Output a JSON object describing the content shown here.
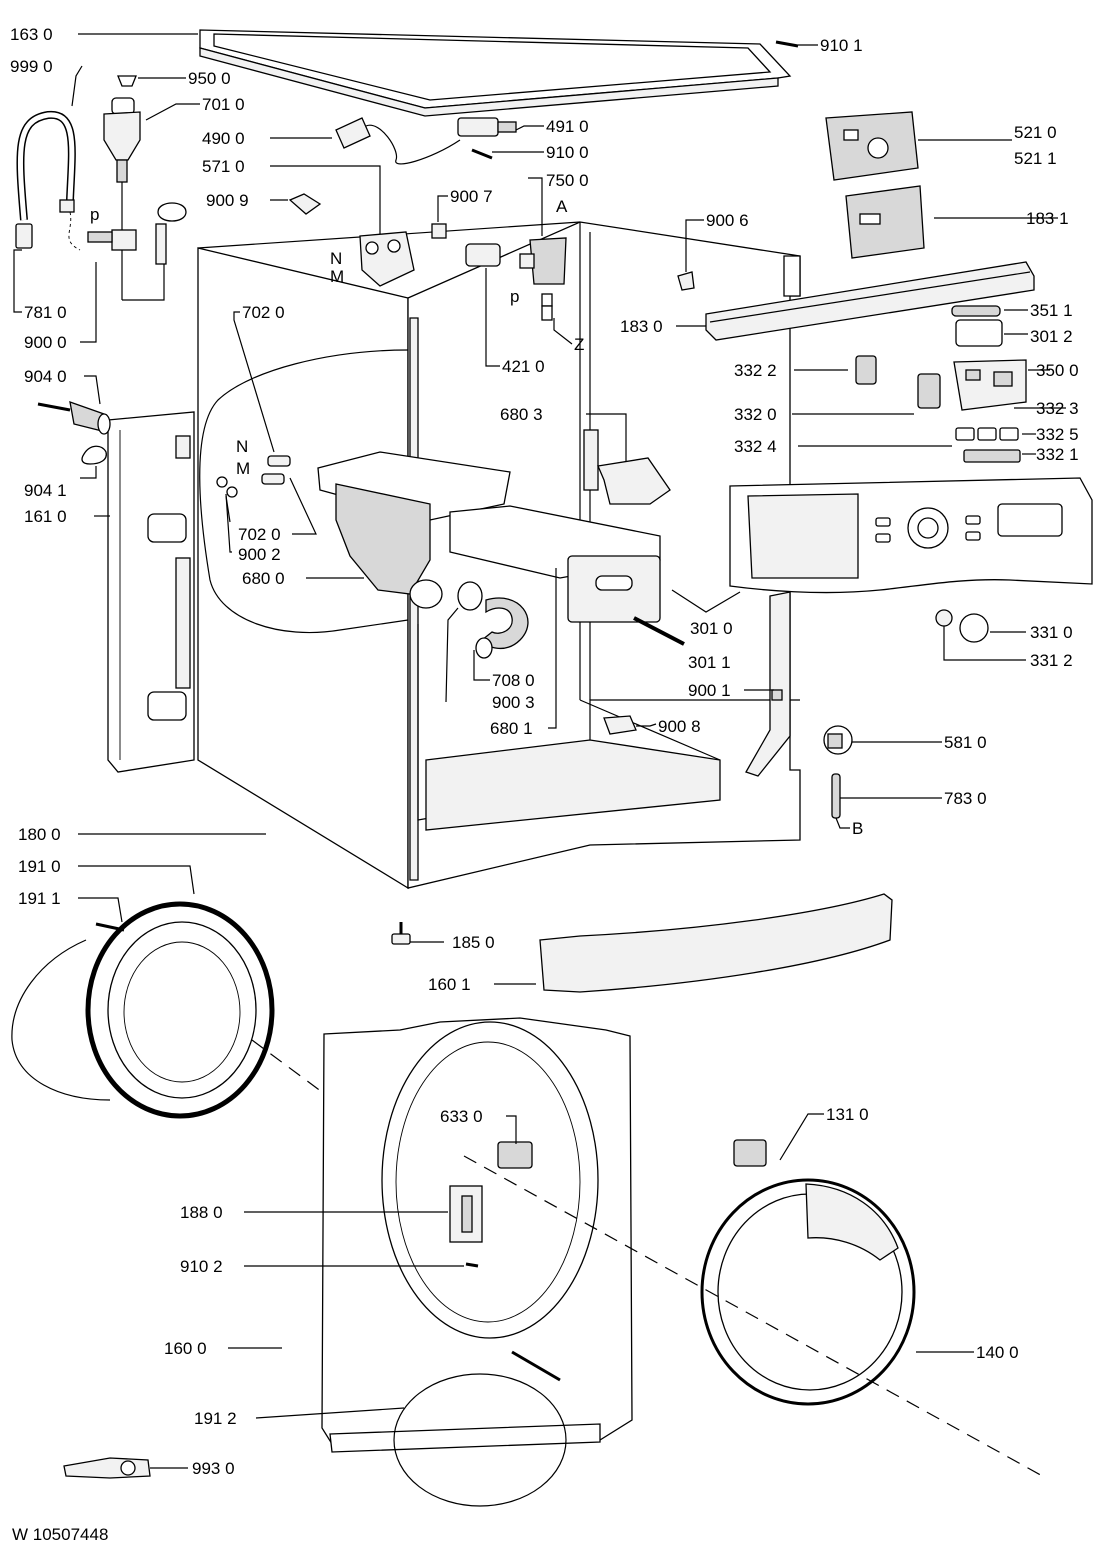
{
  "callouts": [
    {
      "id": "p163_0",
      "text": "163 0"
    },
    {
      "id": "p999_0",
      "text": "999 0"
    },
    {
      "id": "p950_0",
      "text": "950 0"
    },
    {
      "id": "p701_0",
      "text": "701 0"
    },
    {
      "id": "p490_0",
      "text": "490 0"
    },
    {
      "id": "p491_0",
      "text": "491 0"
    },
    {
      "id": "p910_0",
      "text": "910 0"
    },
    {
      "id": "p571_0",
      "text": "571 0"
    },
    {
      "id": "p750_0",
      "text": "750 0"
    },
    {
      "id": "p900_9",
      "text": "900 9"
    },
    {
      "id": "p900_7",
      "text": "900 7"
    },
    {
      "id": "p900_6",
      "text": "900 6"
    },
    {
      "id": "p910_1",
      "text": "910 1"
    },
    {
      "id": "p521_0",
      "text": "521 0"
    },
    {
      "id": "p521_1",
      "text": "521 1"
    },
    {
      "id": "p183_1",
      "text": "183 1"
    },
    {
      "id": "p781_0",
      "text": "781 0"
    },
    {
      "id": "p900_0",
      "text": "900 0"
    },
    {
      "id": "p421_0",
      "text": "421 0"
    },
    {
      "id": "p183_0",
      "text": "183 0"
    },
    {
      "id": "p351_1",
      "text": "351 1"
    },
    {
      "id": "p301_2",
      "text": "301 2"
    },
    {
      "id": "p702_0a",
      "text": "702 0"
    },
    {
      "id": "p904_0",
      "text": "904 0"
    },
    {
      "id": "p332_2",
      "text": "332 2"
    },
    {
      "id": "p350_0",
      "text": "350 0"
    },
    {
      "id": "p332_0",
      "text": "332 0"
    },
    {
      "id": "p332_3",
      "text": "332 3"
    },
    {
      "id": "p680_3",
      "text": "680 3"
    },
    {
      "id": "p332_4",
      "text": "332 4"
    },
    {
      "id": "p332_5",
      "text": "332 5"
    },
    {
      "id": "p332_1",
      "text": "332 1"
    },
    {
      "id": "p904_1",
      "text": "904 1"
    },
    {
      "id": "p161_0",
      "text": "161 0"
    },
    {
      "id": "p702_0b",
      "text": "702 0"
    },
    {
      "id": "p900_2",
      "text": "900 2"
    },
    {
      "id": "p680_0",
      "text": "680 0"
    },
    {
      "id": "p301_0",
      "text": "301 0"
    },
    {
      "id": "p331_0",
      "text": "331 0"
    },
    {
      "id": "p301_1",
      "text": "301 1"
    },
    {
      "id": "p331_2",
      "text": "331 2"
    },
    {
      "id": "p708_0",
      "text": "708 0"
    },
    {
      "id": "p900_1",
      "text": "900 1"
    },
    {
      "id": "p900_3",
      "text": "900 3"
    },
    {
      "id": "p680_1",
      "text": "680 1"
    },
    {
      "id": "p900_8",
      "text": "900 8"
    },
    {
      "id": "p581_0",
      "text": "581 0"
    },
    {
      "id": "p783_0",
      "text": "783 0"
    },
    {
      "id": "p180_0",
      "text": "180 0"
    },
    {
      "id": "p191_0",
      "text": "191 0"
    },
    {
      "id": "p191_1",
      "text": "191 1"
    },
    {
      "id": "p185_0",
      "text": "185 0"
    },
    {
      "id": "p160_1",
      "text": "160 1"
    },
    {
      "id": "p633_0",
      "text": "633 0"
    },
    {
      "id": "p131_0",
      "text": "131 0"
    },
    {
      "id": "p188_0",
      "text": "188 0"
    },
    {
      "id": "p910_2",
      "text": "910 2"
    },
    {
      "id": "p160_0",
      "text": "160 0"
    },
    {
      "id": "p140_0",
      "text": "140 0"
    },
    {
      "id": "p191_2",
      "text": "191 2"
    },
    {
      "id": "p993_0",
      "text": "993 0"
    }
  ],
  "markers": [
    {
      "id": "m_p1",
      "text": "p"
    },
    {
      "id": "m_A",
      "text": "A"
    },
    {
      "id": "m_N1",
      "text": "N"
    },
    {
      "id": "m_M1",
      "text": "M"
    },
    {
      "id": "m_p2",
      "text": "p"
    },
    {
      "id": "m_Z",
      "text": "Z"
    },
    {
      "id": "m_N2",
      "text": "N"
    },
    {
      "id": "m_M2",
      "text": "M"
    },
    {
      "id": "m_B",
      "text": "B"
    }
  ],
  "document_number": "W 10507448"
}
